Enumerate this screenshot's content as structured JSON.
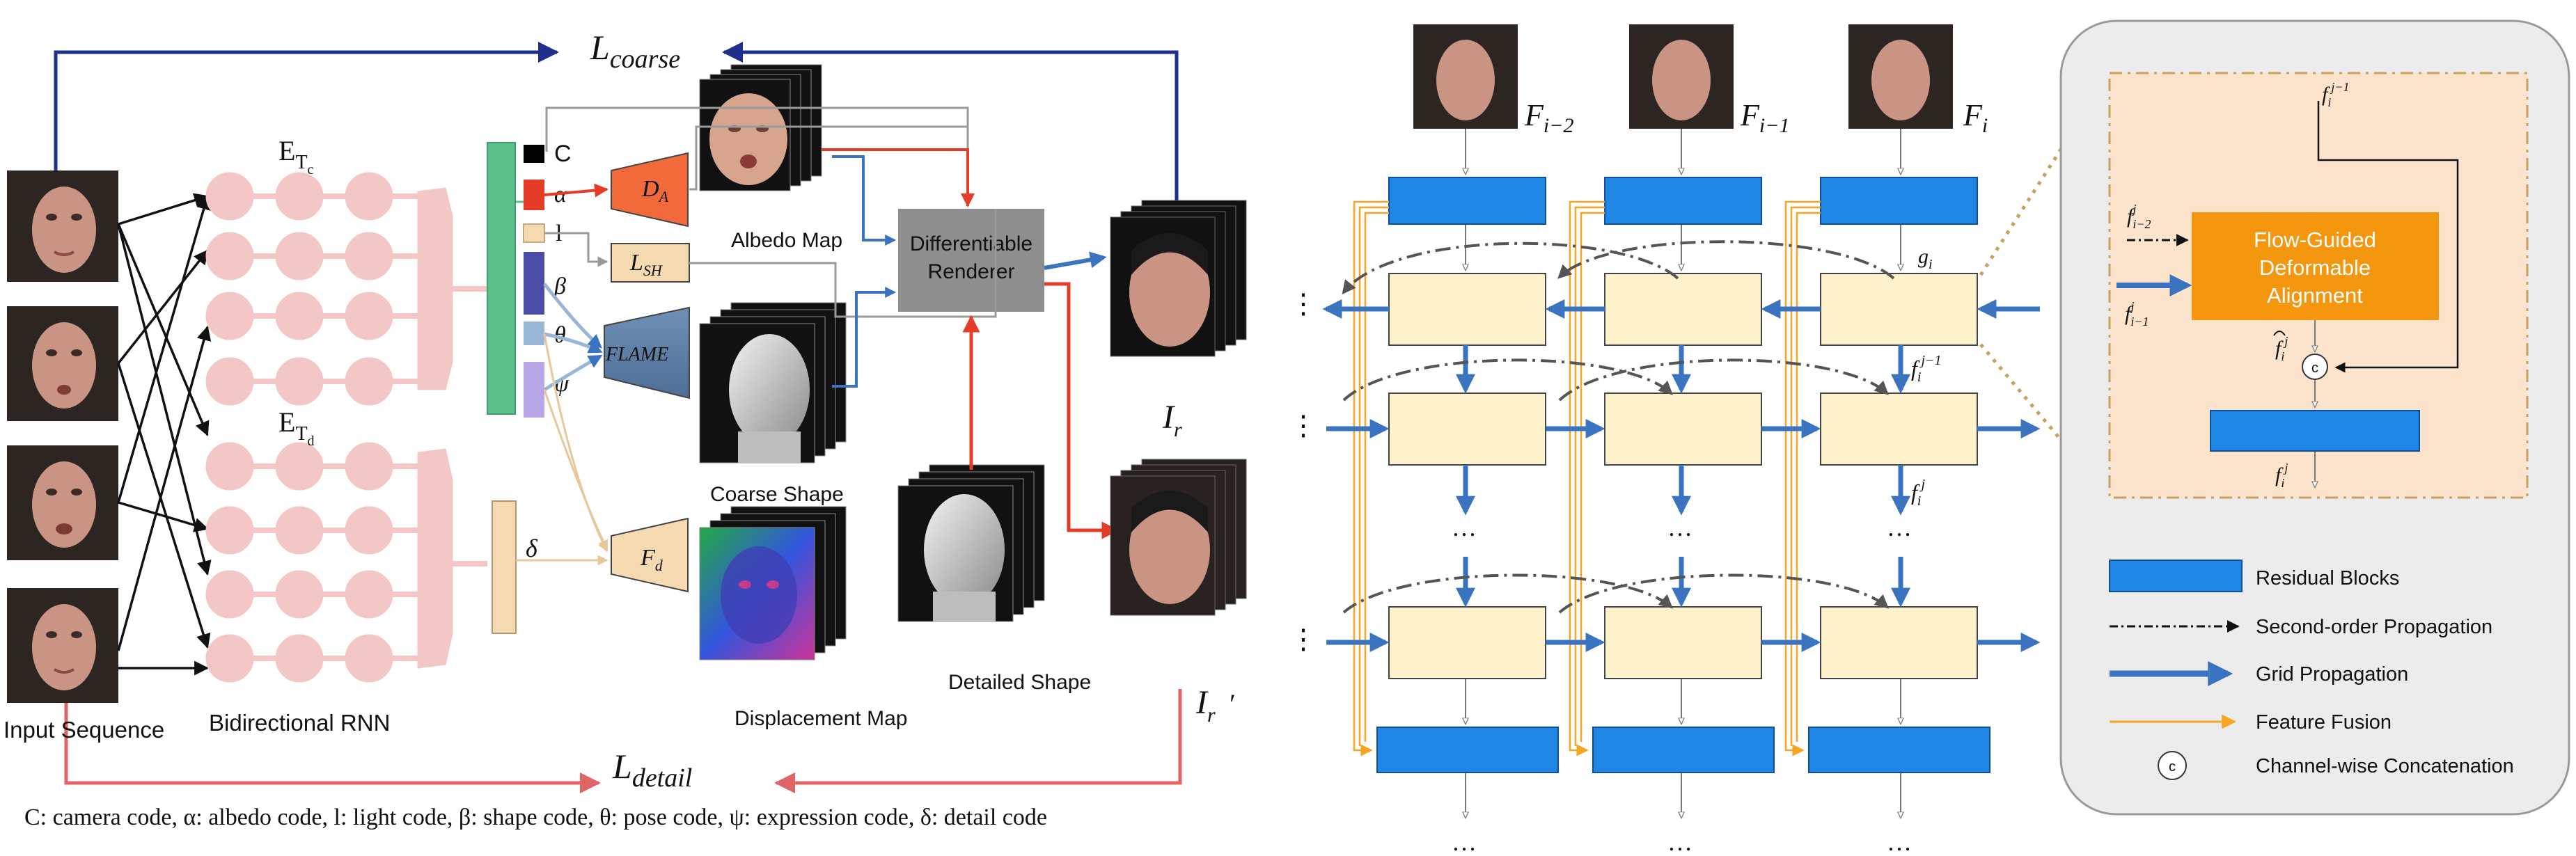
{
  "left": {
    "loss_coarse": "L",
    "loss_coarse_sub": "coarse",
    "loss_detail": "L",
    "loss_detail_sub": "detail",
    "input_label": "Input Sequence",
    "rnn_label": "Bidirectional RNN",
    "enc_tc": "E",
    "enc_tc_sub": "T",
    "enc_tc_subsub": "c",
    "enc_td": "E",
    "enc_td_sub": "T",
    "enc_td_subsub": "d",
    "code_c": "C",
    "code_alpha": "α",
    "code_l": "l",
    "code_beta": "β",
    "code_theta": "θ",
    "code_psi": "ψ",
    "code_delta": "δ",
    "dec_da": "D",
    "dec_da_sub": "A",
    "lsh": "L",
    "lsh_sub": "SH",
    "flame": "FLAME",
    "fd": "F",
    "fd_sub": "d",
    "albedo_label": "Albedo Map",
    "coarse_label": "Coarse Shape",
    "disp_label": "Displacement Map",
    "detailed_label": "Detailed Shape",
    "renderer_line1": "Differentiable",
    "renderer_line2": "Renderer",
    "ir": "I",
    "ir_sub": "r",
    "irp": "I",
    "irp_sub": "r",
    "irp_prime": "′",
    "dots": "⋮",
    "caption": "C: camera code, α: albedo code, l: light code, β: shape code, θ: pose code, ψ: expression code, δ: detail code"
  },
  "middle": {
    "frame_labels": [
      {
        "base": "F",
        "sub": "i−2"
      },
      {
        "base": "F",
        "sub": "i−1"
      },
      {
        "base": "F",
        "sub": "i"
      }
    ],
    "g_label": "g",
    "g_sub": "i",
    "f_jm1": "f",
    "f_jm1_sub": "i",
    "f_jm1_sup": "j−1",
    "f_j": "f",
    "f_j_sub": "i",
    "f_j_sup": "j",
    "ellipsis": "…",
    "vdots": "⋮"
  },
  "right": {
    "top_f": "f",
    "top_f_sub": "i",
    "top_f_sup": "j−1",
    "f_im2": "f",
    "f_im2_sub": "i−2",
    "f_im2_sup": "j",
    "f_im1": "f",
    "f_im1_sub": "i−1",
    "f_im1_sup": "j",
    "fhat": "f",
    "fhat_sub": "i",
    "fhat_sup": "j",
    "fout": "f",
    "fout_sub": "i",
    "fout_sup": "j",
    "fgda_line1": "Flow-Guided",
    "fgda_line2": "Deformable",
    "fgda_line3": "Alignment",
    "concat_symbol": "c",
    "legend": [
      {
        "key": "residual",
        "label": "Residual Blocks"
      },
      {
        "key": "second",
        "label": "Second-order Propagation"
      },
      {
        "key": "grid",
        "label": "Grid Propagation"
      },
      {
        "key": "fusion",
        "label": "Feature Fusion"
      },
      {
        "key": "concat",
        "label": "Channel-wise Concatenation"
      }
    ]
  },
  "colors": {
    "navy": "#1f2f8c",
    "pink": "#e06666",
    "rnn": "#f4c7c7",
    "green": "#5cbf8c",
    "blue_block": "#1f86e6",
    "cream": "#fdf2cc",
    "orange": "#f5960f",
    "steel": "#3a74c0",
    "gray_renderer": "#8e8e8e",
    "fusion": "#f5a623"
  }
}
